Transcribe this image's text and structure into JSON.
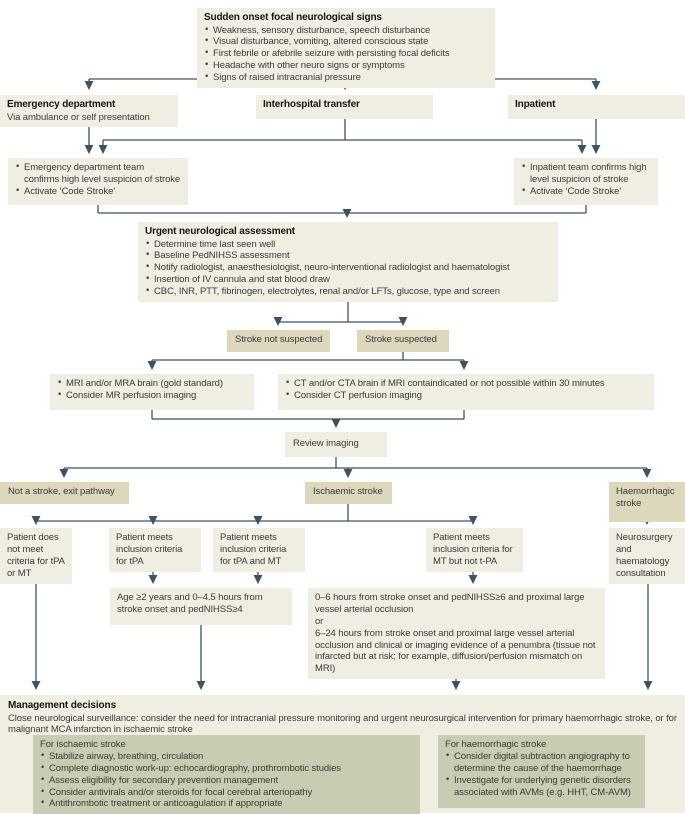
{
  "colors": {
    "line": "#3f5261",
    "box_light": "#f0eee3",
    "box_tan": "#dcd7bd",
    "box_olive": "#c9cbb3",
    "background": "#ffffff"
  },
  "nodes": {
    "sudden_onset": {
      "title": "Sudden onset focal neurological signs",
      "bullets": [
        "Weakness, sensory disturbance, speech disturbance",
        "Visual disturbance, vomiting, altered conscious state",
        "First febrile or afebrile seizure with persisting focal deficits",
        "Headache with other neuro signs or symptoms",
        "Signs of raised intracranial pressure"
      ]
    },
    "emergency_department": {
      "title": "Emergency department",
      "subtitle": "Via ambulance or self presentation"
    },
    "interhospital_transfer": {
      "title": "Interhospital transfer"
    },
    "inpatient": {
      "title": "Inpatient"
    },
    "ed_team": {
      "bullets": [
        "Emergency department team confirms high level suspicion of stroke",
        "Activate ‘Code Stroke’"
      ]
    },
    "inpatient_team": {
      "bullets": [
        "Inpatient team confirms high level suspicion of stroke",
        "Activate ‘Code Stroke’"
      ]
    },
    "urgent_assessment": {
      "title": "Urgent neurological assessment",
      "bullets": [
        "Determine time last seen well",
        "Baseline PedNIHSS assessment",
        "Notify radiologist, anaesthesiologist, neuro-interventional radiologist and haematologist",
        "Insertion of IV cannula and stat blood draw",
        "CBC, INR, PTT, fibrinogen, electrolytes, renal and/or LFTs, glucose, type and screen"
      ]
    },
    "stroke_not_suspected": {
      "label": "Stroke not suspected"
    },
    "stroke_suspected": {
      "label": "Stroke suspected"
    },
    "mri": {
      "bullets": [
        "MRI and/or MRA brain (gold standard)",
        "Consider MR perfusion imaging"
      ]
    },
    "ct": {
      "bullets": [
        "CT and/or CTA brain if MRI containdicated or not possible within 30 minutes",
        "Consider CT perfusion imaging"
      ]
    },
    "review_imaging": {
      "label": "Review imaging"
    },
    "not_a_stroke": {
      "label": "Not a stroke, exit pathway"
    },
    "ischaemic_stroke": {
      "label": "Ischaemic stroke"
    },
    "haemorrhagic_stroke": {
      "label": "Haemorrhagic stroke"
    },
    "no_criteria": {
      "label": "Patient does not meet criteria for tPA or MT"
    },
    "tpa_criteria": {
      "label": "Patient meets inclusion criteria for tPA"
    },
    "tpa_mt_criteria": {
      "label": "Patient meets inclusion criteria for tPA and MT"
    },
    "mt_criteria": {
      "label": "Patient meets inclusion criteria for MT but not t-PA"
    },
    "neurosurgery": {
      "label": "Neurosurgery and haematology consultation"
    },
    "age_criteria": {
      "label": "Age ≥2 years and 0–4.5 hours from stroke onset and pedNIHSS≥4"
    },
    "time_criteria": {
      "line1": "0–6 hours from stroke onset and pedNIHSS≥6 and proximal large vessel arterial occlusion",
      "or": "or",
      "line2": "6–24 hours from stroke onset and proximal large vessel arterial occlusion and clinical or imaging evidence of a penumbra (tissue not infarcted but at risk; for example, diffusion/perfusion mismatch on MRI)"
    },
    "management": {
      "title": "Management decisions",
      "text": "Close neurological surveillance: consider the need for intracranial pressure monitoring and urgent neurosurgical intervention for primary haemorrhagic stroke, or for malignant MCA infarction in ischaemic stroke"
    },
    "ischaemic_mgmt": {
      "title": "For ischaemic stroke",
      "bullets": [
        "Stabilize airway, breathing, circulation",
        "Complete diagnostic work-up: echocardiography, prothrombotic studies",
        "Assess eligibility for secondary prevention management",
        "Consider antivirals and/or steroids for focal cerebral arteriopathy",
        "Antithrombotic treatment or anticoagulation if appropriate"
      ]
    },
    "haemorrhagic_mgmt": {
      "title": "For haemorrhagic stroke",
      "bullets": [
        "Consider digital subtraction angiography to determine the cause of the haemorrhage",
        "Investigate for underlying genetic disorders associated with AVMs (e.g. HHT, CM-AVM)"
      ]
    }
  }
}
